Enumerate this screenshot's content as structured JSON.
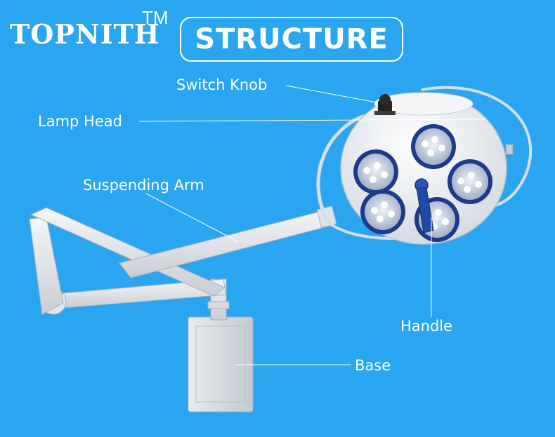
{
  "header": {
    "brand": "TOPNITH",
    "trademark": "TM",
    "title": "STRUCTURE"
  },
  "labels": {
    "switch_knob": "Switch Knob",
    "lamp_head": "Lamp Head",
    "suspending_arm": "Suspending Arm",
    "handle": "Handle",
    "base": "Base"
  },
  "colors": {
    "background": "#2aa6f0",
    "text": "#ffffff",
    "lamp_body": "#e9edf2",
    "led_ring": "#1e3a8a"
  }
}
